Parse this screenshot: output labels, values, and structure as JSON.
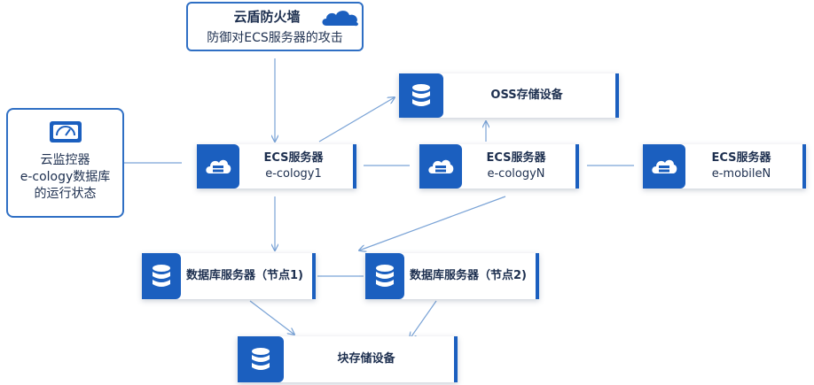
{
  "firewall": {
    "title": "云盾防火墙",
    "desc": "防御对ECS服务器的攻击",
    "icon": "cloud-icon"
  },
  "monitor": {
    "lines": [
      "云监控器",
      "e-cology数据库",
      "的运行状态"
    ],
    "icon": "gauge-icon"
  },
  "nodes": {
    "oss": {
      "label": "OSS存储设备",
      "icon": "database-icon"
    },
    "ecs1": {
      "label": "ECS服务器",
      "sub": "e-cology1",
      "icon": "cloud-server-icon"
    },
    "ecsN": {
      "label": "ECS服务器",
      "sub": "e-cologyN",
      "icon": "cloud-server-icon"
    },
    "ecsMobile": {
      "label": "ECS服务器",
      "sub": "e-mobileN",
      "icon": "cloud-server-icon"
    },
    "db1": {
      "label": "数据库服务器（节点1)",
      "icon": "database-icon"
    },
    "db2": {
      "label": "数据库服务器（节点2)",
      "icon": "database-icon"
    },
    "block": {
      "label": "块存储设备",
      "icon": "database-icon"
    }
  },
  "colors": {
    "accent": "#1b5fbf",
    "line": "#7aa3d6",
    "text": "#1d2f4f"
  }
}
